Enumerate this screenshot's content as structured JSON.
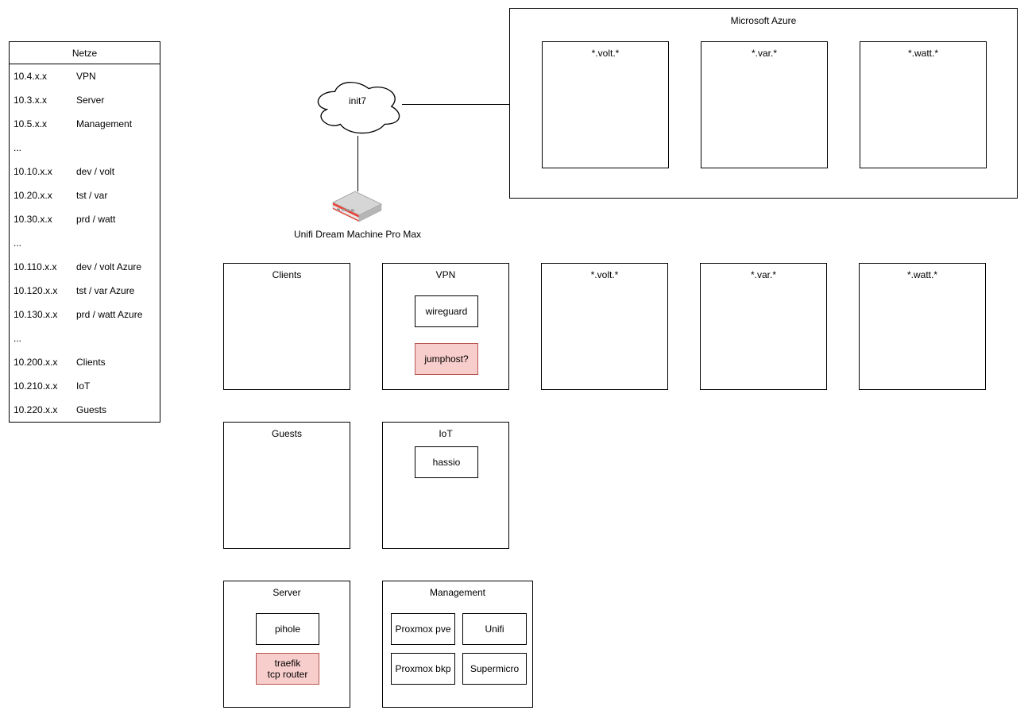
{
  "table": {
    "title": "Netze",
    "rows": [
      {
        "ip": "10.4.x.x",
        "label": "VPN"
      },
      {
        "ip": "10.3.x.x",
        "label": "Server"
      },
      {
        "ip": "10.5.x.x",
        "label": "Management"
      },
      {
        "ip": "...",
        "label": ""
      },
      {
        "ip": "10.10.x.x",
        "label": "dev / volt"
      },
      {
        "ip": "10.20.x.x",
        "label": "tst / var"
      },
      {
        "ip": "10.30.x.x",
        "label": "prd / watt"
      },
      {
        "ip": "...",
        "label": ""
      },
      {
        "ip": "10.110.x.x",
        "label": "dev / volt Azure"
      },
      {
        "ip": "10.120.x.x",
        "label": "tst / var Azure"
      },
      {
        "ip": "10.130.x.x",
        "label": "prd / watt Azure"
      },
      {
        "ip": "...",
        "label": ""
      },
      {
        "ip": "10.200.x.x",
        "label": "Clients"
      },
      {
        "ip": "10.210.x.x",
        "label": "IoT"
      },
      {
        "ip": "10.220.x.x",
        "label": "Guests"
      }
    ]
  },
  "cloud": {
    "label": "init7"
  },
  "router": {
    "label": "Unifi Dream Machine Pro Max"
  },
  "azure": {
    "title": "Microsoft Azure",
    "volt": "*.volt.*",
    "var": "*.var.*",
    "watt": "*.watt.*"
  },
  "zones": {
    "clients": "Clients",
    "vpn": "VPN",
    "volt": "*.volt.*",
    "var": "*.var.*",
    "watt": "*.watt.*",
    "guests": "Guests",
    "iot": "IoT",
    "server": "Server",
    "management": "Management"
  },
  "nodes": {
    "wireguard": "wireguard",
    "jumphost": "jumphost?",
    "hassio": "hassio",
    "pihole": "pihole",
    "traefik_line1": "traefik",
    "traefik_line2": "tcp router",
    "proxmox_pve": "Proxmox pve",
    "unifi": "Unifi",
    "proxmox_bkp": "Proxmox bkp",
    "supermicro": "Supermicro"
  },
  "colors": {
    "highlight_fill": "#F8CECC",
    "highlight_stroke": "#B85450",
    "stroke": "#000000"
  }
}
